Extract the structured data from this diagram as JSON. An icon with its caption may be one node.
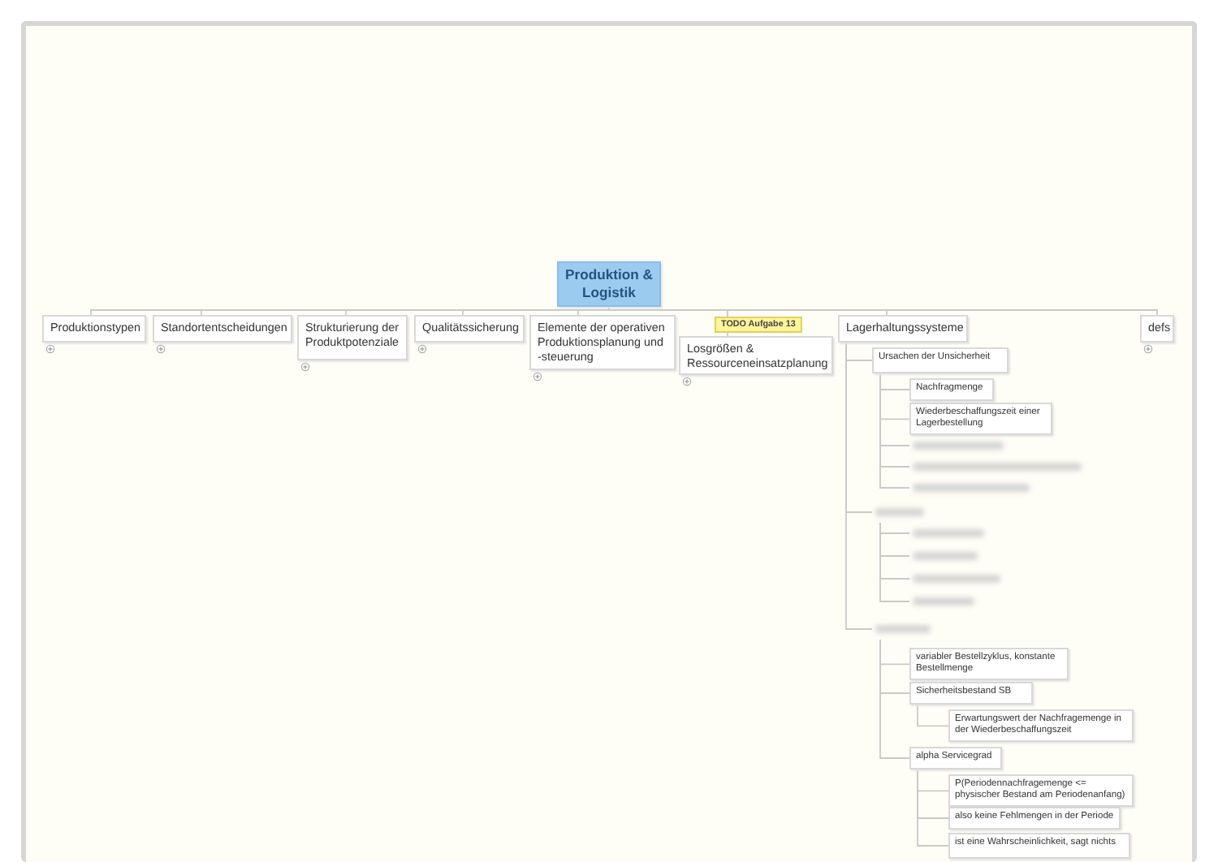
{
  "diagram": {
    "nodes": [
      {
        "text": [
          "Produktion & Logistik"
        ]
      },
      {
        "text": [
          "Produktionstypen"
        ]
      },
      {
        "text": [
          "Standortentscheidungen"
        ]
      },
      {
        "text": [
          "Strukturierung der Produktpotenziale"
        ]
      },
      {
        "text": [
          "Qualitätssicherung"
        ]
      },
      {
        "text": [
          "Elemente der operativen Produktionsplanung und -steuerung"
        ]
      },
      {
        "text": [
          "Losgrößen & Ressourceneinsatzplanung"
        ],
        "beside": [
          "TODO Aufgabe 13"
        ]
      },
      {
        "text": [
          "Lagerhaltungssysteme"
        ]
      },
      {
        "text": [
          "defs"
        ]
      },
      {
        "text": [
          "Ursachen der Unsicherheit"
        ]
      },
      {
        "text": [
          "Nachfragmenge"
        ]
      },
      {
        "text": [
          "Wiederbeschaffungszeit einer Lagerbestellung"
        ]
      },
      {
        "text": [],
        "shape": "bar"
      },
      {
        "text": [],
        "shape": "bar"
      },
      {
        "text": [],
        "shape": "bar"
      },
      {
        "text": [],
        "shape": "bar"
      },
      {
        "text": [],
        "shape": "bar"
      },
      {
        "text": [],
        "shape": "bar"
      },
      {
        "text": [],
        "shape": "bar"
      },
      {
        "text": [],
        "shape": "bar"
      },
      {
        "text": [],
        "shape": "bar"
      },
      {
        "text": [
          "variabler Bestellzyklus, konstante Bestellmenge"
        ]
      },
      {
        "text": [
          "Sicherheitsbestand SB"
        ]
      },
      {
        "text": [
          "Erwartungswert der Nachfragemenge in der Wiederbeschaffungszeit"
        ]
      },
      {
        "text": [
          "alpha Servicegrad"
        ]
      },
      {
        "text": [
          "P(Periodennachfragemenge <= physischer Bestand am Periodenanfang)"
        ]
      },
      {
        "text": [
          "also keine Fehlmengen in der Periode"
        ]
      },
      {
        "text": [
          "ist eine Wahrscheinlichkeit, sagt nichts"
        ]
      }
    ],
    "edges": [
      {
        "from": 0,
        "to": 1,
        "arrow": "none"
      },
      {
        "from": 0,
        "to": 2,
        "arrow": "none"
      },
      {
        "from": 0,
        "to": 3,
        "arrow": "none"
      },
      {
        "from": 0,
        "to": 4,
        "arrow": "none"
      },
      {
        "from": 0,
        "to": 5,
        "arrow": "none"
      },
      {
        "from": 0,
        "to": 6,
        "arrow": "none"
      },
      {
        "from": 0,
        "to": 7,
        "arrow": "none"
      },
      {
        "from": 0,
        "to": 8,
        "arrow": "none"
      },
      {
        "from": 7,
        "to": 9,
        "arrow": "none"
      },
      {
        "from": 9,
        "to": 10,
        "arrow": "none"
      },
      {
        "from": 9,
        "to": 11,
        "arrow": "none"
      },
      {
        "from": 9,
        "to": 12,
        "arrow": "none"
      },
      {
        "from": 9,
        "to": 13,
        "arrow": "none"
      },
      {
        "from": 9,
        "to": 14,
        "arrow": "none"
      },
      {
        "from": 7,
        "to": 15,
        "arrow": "none"
      },
      {
        "from": 15,
        "to": 16,
        "arrow": "none"
      },
      {
        "from": 15,
        "to": 17,
        "arrow": "none"
      },
      {
        "from": 15,
        "to": 18,
        "arrow": "none"
      },
      {
        "from": 15,
        "to": 19,
        "arrow": "none"
      },
      {
        "from": 7,
        "to": 20,
        "arrow": "none"
      },
      {
        "from": 20,
        "to": 21,
        "arrow": "none"
      },
      {
        "from": 20,
        "to": 22,
        "arrow": "none"
      },
      {
        "from": 22,
        "to": 23,
        "arrow": "none"
      },
      {
        "from": 20,
        "to": 24,
        "arrow": "none"
      },
      {
        "from": 24,
        "to": 25,
        "arrow": "none"
      },
      {
        "from": 24,
        "to": 26,
        "arrow": "none"
      },
      {
        "from": 24,
        "to": 27,
        "arrow": "none"
      }
    ]
  }
}
